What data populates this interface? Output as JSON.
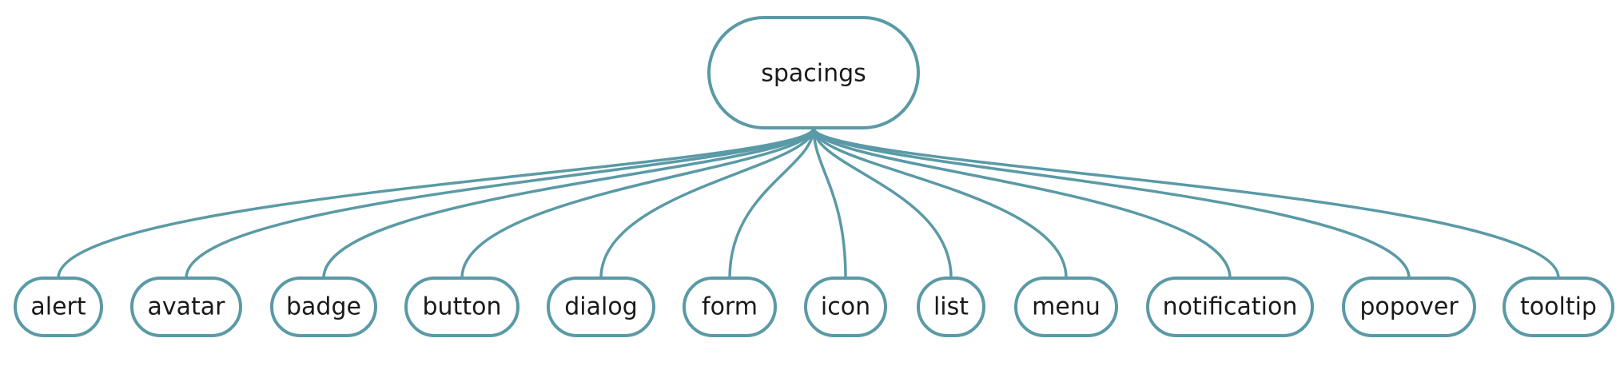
{
  "diagram": {
    "root": {
      "label": "spacings"
    },
    "children": [
      {
        "label": "alert"
      },
      {
        "label": "avatar"
      },
      {
        "label": "badge"
      },
      {
        "label": "button"
      },
      {
        "label": "dialog"
      },
      {
        "label": "form"
      },
      {
        "label": "icon"
      },
      {
        "label": "list"
      },
      {
        "label": "menu"
      },
      {
        "label": "notification"
      },
      {
        "label": "popover"
      },
      {
        "label": "tooltip"
      }
    ]
  },
  "colors": {
    "stroke": "#5a9aa6",
    "fill": "#ffffff",
    "text": "#1a1a1a"
  }
}
